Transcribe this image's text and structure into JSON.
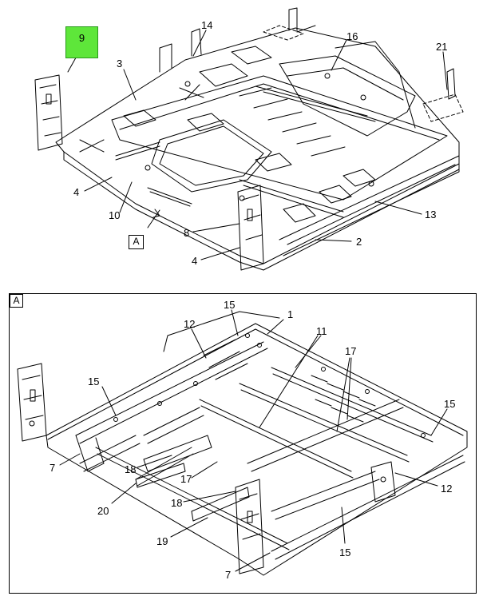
{
  "highlighted_part": "9",
  "view_tag_top": "A",
  "view_tag_detail": "A",
  "top_view_callouts": [
    "14",
    "16",
    "3",
    "21",
    "4",
    "10",
    "8",
    "13",
    "2",
    "4"
  ],
  "detail_view_callouts": [
    "15",
    "1",
    "12",
    "11",
    "17",
    "15",
    "15",
    "7",
    "18",
    "17",
    "12",
    "20",
    "18",
    "19",
    "15",
    "7"
  ],
  "colors": {
    "highlight": "#5ee63a",
    "line": "#000000",
    "background": "#ffffff"
  }
}
